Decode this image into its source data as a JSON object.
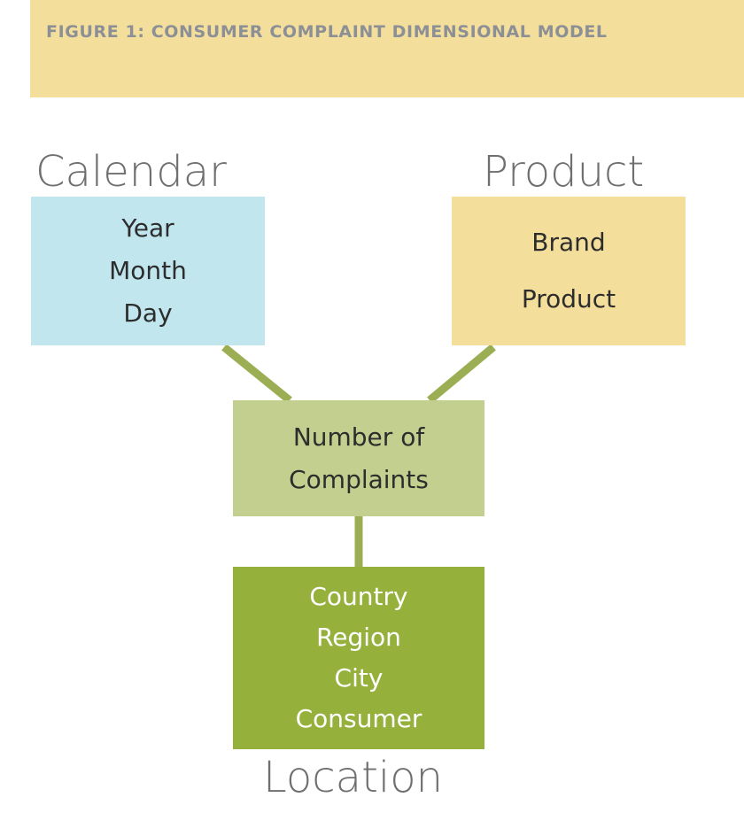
{
  "figure": {
    "title": "FIGURE 1: CONSUMER COMPLAINT DIMENSIONAL MODEL"
  },
  "dimensions": {
    "calendar": {
      "label": "Calendar",
      "attributes": [
        "Year",
        "Month",
        "Day"
      ]
    },
    "product": {
      "label": "Product",
      "attributes": [
        "Brand",
        "Product"
      ]
    },
    "location": {
      "label": "Location",
      "attributes": [
        "Country",
        "Region",
        "City",
        "Consumer"
      ]
    }
  },
  "fact": {
    "lines": [
      "Number of",
      "Complaints"
    ]
  },
  "colors": {
    "banner": "#f3df9b",
    "calendar_box": "#c1e6ee",
    "product_box": "#f3df9b",
    "fact_box": "#c3cf8e",
    "location_box": "#95b13c",
    "connector": "#9cae54"
  }
}
